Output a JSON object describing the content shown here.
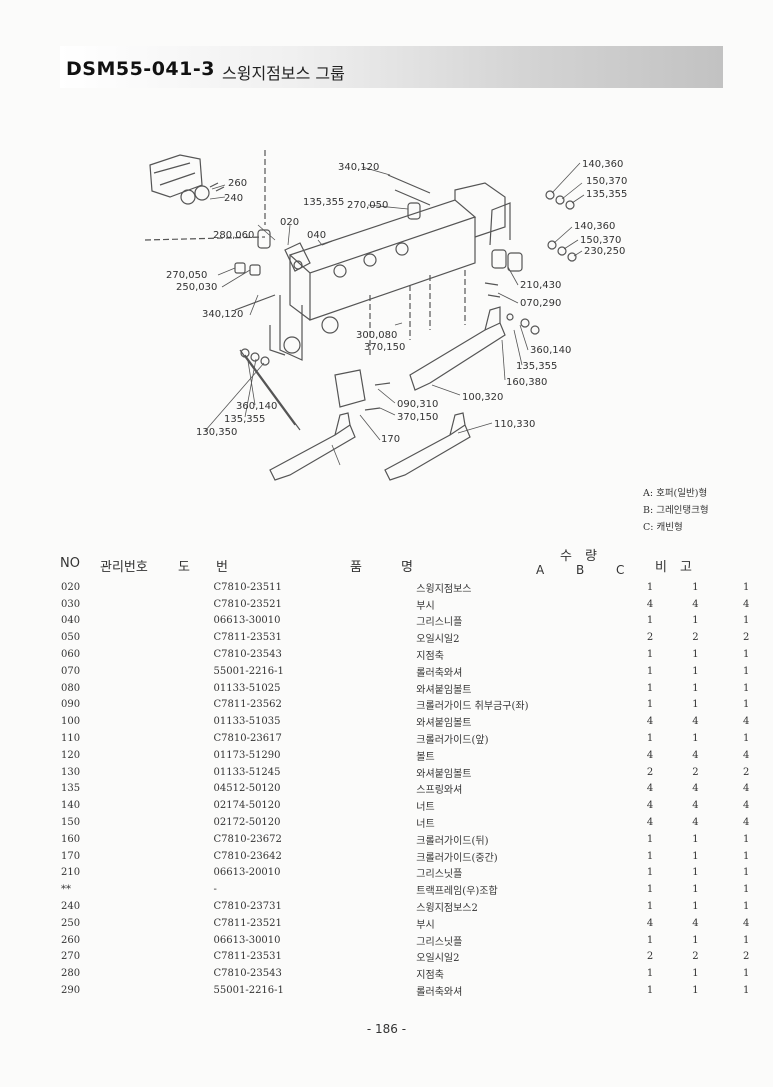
{
  "header": {
    "code": "DSM55-041-3",
    "title": "스윙지점보스 그룹"
  },
  "diagram": {
    "callouts": [
      "340,120",
      "270,050",
      "280,060",
      "020",
      "040",
      "270,050",
      "250,030",
      "340,120",
      "260",
      "240",
      "135,355",
      "140,360",
      "150,370",
      "135,355",
      "140,360",
      "150,370",
      "230,250",
      "210,430",
      "070,290",
      "300,080",
      "370,150",
      "360,140",
      "135,355",
      "160,380",
      "100,320",
      "090,310",
      "370,150",
      "360,140",
      "135,355",
      "130,350",
      "170",
      "110,330"
    ]
  },
  "legend": {
    "a": "A: 호퍼(일반)형",
    "b": "B: 그레인탱크형",
    "c": "C: 캐빈형"
  },
  "table": {
    "headers": {
      "no": "NO",
      "mgmt": "관리번호",
      "drawing": "도　　번",
      "name": "품　　　명",
      "qty": "수　량",
      "qa": "A",
      "qb": "B",
      "qc": "C",
      "remark": "비　고"
    },
    "rows": [
      {
        "no": "020",
        "mgmt": "",
        "drawing": "C7810-23511",
        "name": "스윙지점보스",
        "a": "1",
        "b": "1",
        "c": "1"
      },
      {
        "no": "030",
        "mgmt": "",
        "drawing": "C7810-23521",
        "name": "부시",
        "a": "4",
        "b": "4",
        "c": "4"
      },
      {
        "no": "040",
        "mgmt": "",
        "drawing": "06613-30010",
        "name": "그리스니플",
        "a": "1",
        "b": "1",
        "c": "1"
      },
      {
        "no": "050",
        "mgmt": "",
        "drawing": "C7811-23531",
        "name": "오일시일2",
        "a": "2",
        "b": "2",
        "c": "2"
      },
      {
        "no": "060",
        "mgmt": "",
        "drawing": "C7810-23543",
        "name": "지점축",
        "a": "1",
        "b": "1",
        "c": "1"
      },
      {
        "no": "070",
        "mgmt": "",
        "drawing": "55001-2216-1",
        "name": "롤러축와셔",
        "a": "1",
        "b": "1",
        "c": "1"
      },
      {
        "no": "080",
        "mgmt": "",
        "drawing": "01133-51025",
        "name": "와셔붙임볼트",
        "a": "1",
        "b": "1",
        "c": "1"
      },
      {
        "no": "090",
        "mgmt": "",
        "drawing": "C7811-23562",
        "name": "크롤러가이드 취부금구(좌)",
        "a": "1",
        "b": "1",
        "c": "1"
      },
      {
        "no": "100",
        "mgmt": "",
        "drawing": "01133-51035",
        "name": "와셔붙임볼트",
        "a": "4",
        "b": "4",
        "c": "4"
      },
      {
        "no": "110",
        "mgmt": "",
        "drawing": "C7810-23617",
        "name": "크롤러가이드(앞)",
        "a": "1",
        "b": "1",
        "c": "1"
      },
      {
        "no": "120",
        "mgmt": "",
        "drawing": "01173-51290",
        "name": "볼트",
        "a": "4",
        "b": "4",
        "c": "4"
      },
      {
        "no": "130",
        "mgmt": "",
        "drawing": "01133-51245",
        "name": "와셔붙임볼트",
        "a": "2",
        "b": "2",
        "c": "2"
      },
      {
        "no": "135",
        "mgmt": "",
        "drawing": "04512-50120",
        "name": "스프링와셔",
        "a": "4",
        "b": "4",
        "c": "4"
      },
      {
        "no": "140",
        "mgmt": "",
        "drawing": "02174-50120",
        "name": "너트",
        "a": "4",
        "b": "4",
        "c": "4"
      },
      {
        "no": "150",
        "mgmt": "",
        "drawing": "02172-50120",
        "name": "너트",
        "a": "4",
        "b": "4",
        "c": "4"
      },
      {
        "no": "160",
        "mgmt": "",
        "drawing": "C7810-23672",
        "name": "크롤러가이드(뒤)",
        "a": "1",
        "b": "1",
        "c": "1"
      },
      {
        "no": "170",
        "mgmt": "",
        "drawing": "C7810-23642",
        "name": "크롤러가이드(중간)",
        "a": "1",
        "b": "1",
        "c": "1"
      },
      {
        "no": "210",
        "mgmt": "",
        "drawing": "06613-20010",
        "name": "그리스닛플",
        "a": "1",
        "b": "1",
        "c": "1"
      },
      {
        "no": "**",
        "mgmt": "",
        "drawing": "-",
        "name": "트랙프레임(우)조합",
        "a": "1",
        "b": "1",
        "c": "1"
      },
      {
        "no": "240",
        "mgmt": "",
        "drawing": "C7810-23731",
        "name": "스윙지점보스2",
        "a": "1",
        "b": "1",
        "c": "1"
      },
      {
        "no": "250",
        "mgmt": "",
        "drawing": "C7811-23521",
        "name": "부시",
        "a": "4",
        "b": "4",
        "c": "4"
      },
      {
        "no": "260",
        "mgmt": "",
        "drawing": "06613-30010",
        "name": "그리스닛플",
        "a": "1",
        "b": "1",
        "c": "1"
      },
      {
        "no": "270",
        "mgmt": "",
        "drawing": "C7811-23531",
        "name": "오일시일2",
        "a": "2",
        "b": "2",
        "c": "2"
      },
      {
        "no": "280",
        "mgmt": "",
        "drawing": "C7810-23543",
        "name": "지점축",
        "a": "1",
        "b": "1",
        "c": "1"
      },
      {
        "no": "290",
        "mgmt": "",
        "drawing": "55001-2216-1",
        "name": "롤러축와셔",
        "a": "1",
        "b": "1",
        "c": "1"
      }
    ]
  },
  "footer": {
    "page": "- 186 -"
  }
}
